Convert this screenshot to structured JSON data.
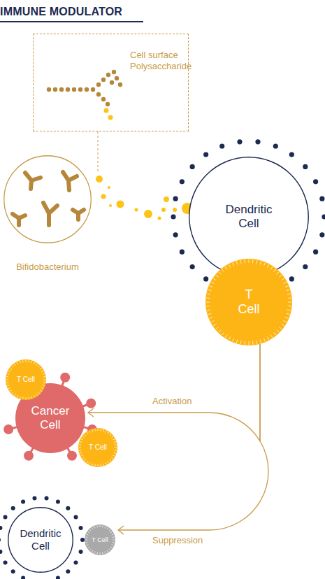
{
  "diagram": {
    "title": "IMMUNE MODULATOR",
    "nodes": [
      {
        "text": [
          "Cell surface Polysaccharide"
        ]
      },
      {
        "text": [
          "Bifidobacterium"
        ]
      },
      {
        "text": [
          "Dendritic Cell"
        ]
      },
      {
        "text": [
          "T Cell"
        ]
      },
      {
        "text": [
          "Cancer Cell"
        ]
      },
      {
        "text": [
          "T Cell"
        ]
      },
      {
        "text": [
          "T Cell"
        ]
      },
      {
        "text": [
          "Dendritic Cell"
        ]
      },
      {
        "text": [
          "T Cell"
        ]
      }
    ],
    "edges": [
      {
        "from": 3,
        "to": 4,
        "label": "Activation",
        "arrow": "to"
      },
      {
        "from": 3,
        "to": 8,
        "label": "Suppression",
        "arrow": "to"
      }
    ]
  }
}
